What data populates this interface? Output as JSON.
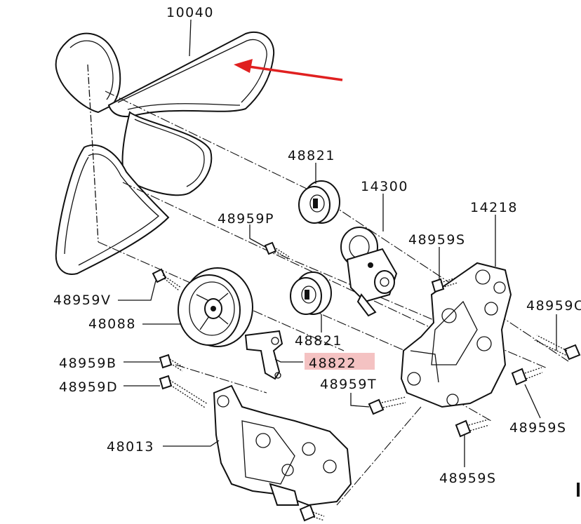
{
  "diagram": {
    "part_labels": {
      "belt": "10040",
      "idler_upper": "48821",
      "tensioner": "14300",
      "bolt_p": "48959P",
      "bracket_right": "14218",
      "bolt_s_top": "48959S",
      "bolt_v": "48959V",
      "pulley": "48088",
      "idler_lower": "48821",
      "bolt_c": "48959C",
      "bolt_b": "48959B",
      "highlighted_part": "48822",
      "bolt_t": "48959T",
      "bolt_d": "48959D",
      "bracket_lower": "48013",
      "bolt_s_right": "48959S",
      "bolt_s_bottom": "48959S"
    },
    "highlight_color": "#f4c2c2",
    "arrow_color": "#e02020"
  }
}
